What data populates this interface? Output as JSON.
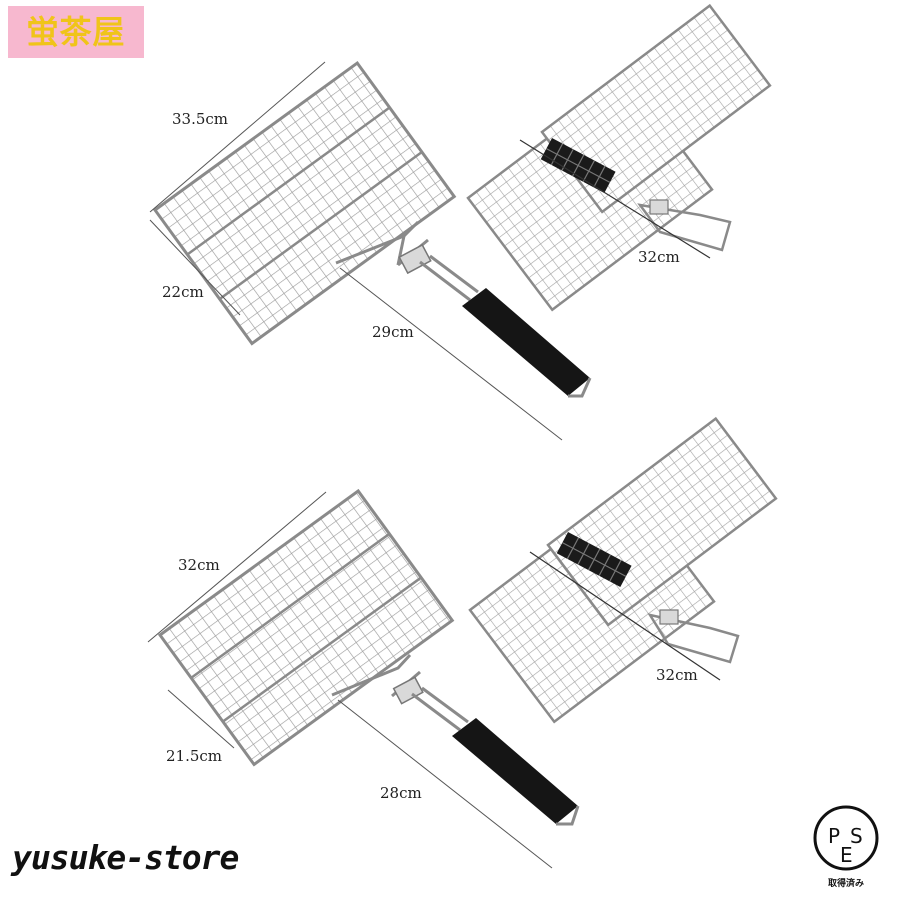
{
  "brand": {
    "shop_name": "蛍茶屋",
    "shop_bg": "#f7b8cf",
    "shop_text": "#f0c419"
  },
  "products": [
    {
      "size_labels": {
        "top_edge": "33.5cm",
        "left_edge": "22cm",
        "handle": "29cm",
        "side_view": "32cm"
      }
    },
    {
      "size_labels": {
        "top_edge": "32cm",
        "left_edge": "21.5cm",
        "handle": "28cm",
        "side_view": "32cm"
      }
    }
  ],
  "watermark": {
    "store_name": "yusuke-store"
  },
  "certification": {
    "mark_letters": [
      "P",
      "S",
      "E"
    ],
    "caption": "取得済み"
  },
  "icons": [
    "grill-basket-flat",
    "grill-basket-folded",
    "pse-mark"
  ]
}
